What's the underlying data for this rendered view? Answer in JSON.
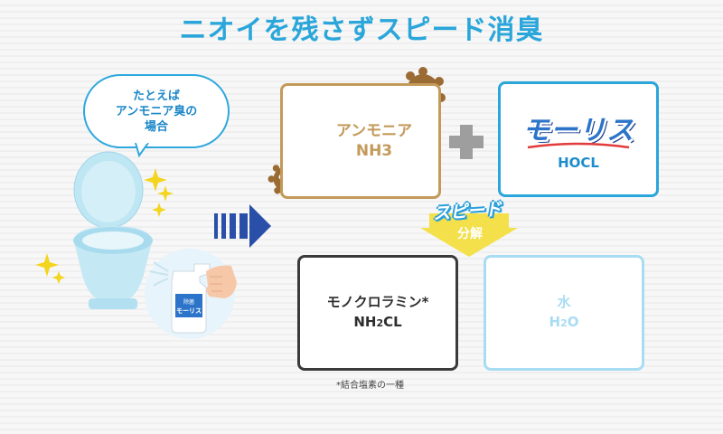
{
  "title": "ニオイを残さずスピード消臭",
  "bubble": {
    "line1": "たとえば",
    "line2": "アンモニア臭の",
    "line3": "場合"
  },
  "ammonia": {
    "name": "アンモニア",
    "formula": "NH3"
  },
  "mollis": {
    "logo": "モーリス",
    "formula": "HOCL"
  },
  "speed": {
    "label": "スピード",
    "sub": "分解"
  },
  "monochloramine": {
    "name": "モノクロラミン*",
    "formula_main": "NH",
    "formula_sub": "2",
    "formula_end": "CL"
  },
  "water": {
    "name": "水",
    "formula_main": "H",
    "formula_sub": "2",
    "formula_end": "O"
  },
  "spray_label": {
    "line1": "除菌",
    "line2": "モーリス"
  },
  "note": "*結合塩素の一種",
  "colors": {
    "title": "#2aa6da",
    "ammonia": "#c39a5a",
    "mollis": "#2aa6da",
    "monochloramine": "#3a3a3a",
    "water": "#a8dcf3",
    "arrow": "#2a4fa8"
  },
  "icons": [
    "toilet-icon",
    "spray-bottle-icon",
    "hand-icon",
    "sparkle-icon",
    "germ-icon",
    "plus-icon",
    "right-arrow-icon",
    "down-arrow-icon"
  ]
}
